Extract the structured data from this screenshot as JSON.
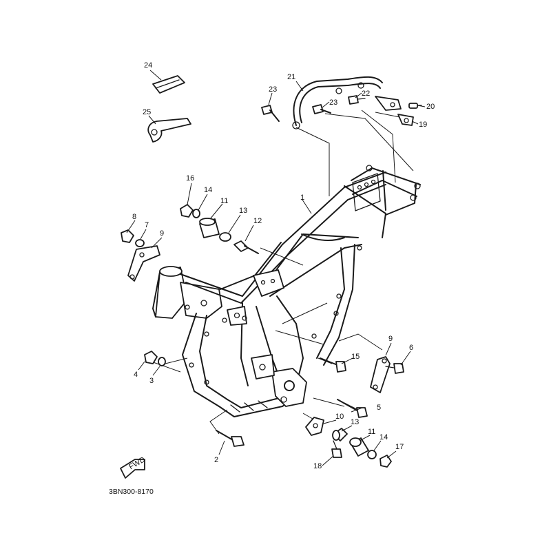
{
  "diagram_code": "3BN300-8170",
  "fwd_label": "FWD",
  "callouts": {
    "c1": "1",
    "c2": "2",
    "c3": "3",
    "c4": "4",
    "c5": "5",
    "c6": "6",
    "c7": "7",
    "c8": "8",
    "c9a": "9",
    "c9b": "9",
    "c10": "10",
    "c11a": "11",
    "c11b": "11",
    "c12": "12",
    "c13a": "13",
    "c13b": "13",
    "c14a": "14",
    "c14b": "14",
    "c15": "15",
    "c16": "16",
    "c17": "17",
    "c18": "18",
    "c19": "19",
    "c20": "20",
    "c21": "21",
    "c22": "22",
    "c23a": "23",
    "c23b": "23",
    "c24": "24",
    "c25": "25"
  }
}
